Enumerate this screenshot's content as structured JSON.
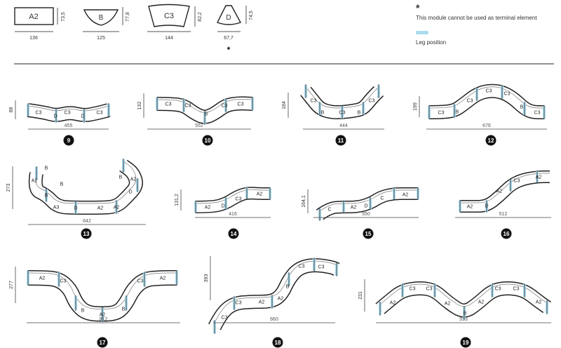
{
  "legend_modules": [
    {
      "id": "A2",
      "width": "136",
      "height": "73,5",
      "terminal": true
    },
    {
      "id": "B",
      "width": "125",
      "height": "77,8",
      "terminal": true
    },
    {
      "id": "C3",
      "width": "144",
      "height": "82,2",
      "terminal": true
    },
    {
      "id": "D",
      "width": "67,7",
      "height": "74,5",
      "terminal": false
    }
  ],
  "notes": {
    "asterisk": "*",
    "terminal_note": "This module cannot be used as terminal element",
    "leg_label": "Leg position"
  },
  "configs": [
    {
      "num": "9",
      "width": "455",
      "height": "88",
      "mods": [
        "C3",
        "D",
        "C3",
        "D",
        "C3"
      ]
    },
    {
      "num": "10",
      "width": "552",
      "height": "132",
      "mods": [
        "C3",
        "C3",
        "B",
        "C3",
        "C3"
      ]
    },
    {
      "num": "11",
      "width": "444",
      "height": "184",
      "mods": [
        "C3",
        "B",
        "C3",
        "B",
        "C3"
      ]
    },
    {
      "num": "12",
      "width": "676",
      "height": "199",
      "mods": [
        "C3",
        "B",
        "C3",
        "C3",
        "C3",
        "B",
        "C3"
      ]
    },
    {
      "num": "13",
      "width": "642",
      "height": "273",
      "mods": [
        "B",
        "A2",
        "B",
        "A3",
        "D",
        "A2",
        "A2",
        "D",
        "A2",
        "B",
        "B"
      ]
    },
    {
      "num": "14",
      "width": "416",
      "height": "131,2",
      "mods": [
        "A2",
        "D",
        "C3",
        "A2"
      ]
    },
    {
      "num": "15",
      "width": "550",
      "height": "164,1",
      "mods": [
        "C",
        "A2",
        "D",
        "C",
        "A2"
      ]
    },
    {
      "num": "16",
      "width": "512",
      "height": "",
      "mods": [
        "A2",
        "D",
        "A2",
        "C3",
        "A2"
      ]
    },
    {
      "num": "17",
      "width": "812",
      "height": "277",
      "mods": [
        "A2",
        "C3",
        "B",
        "A2",
        "B",
        "C3",
        "A2"
      ]
    },
    {
      "num": "18",
      "width": "660",
      "height": "393",
      "mods": [
        "C3",
        "C3",
        "A2",
        "A2",
        "B",
        "C3",
        "C3"
      ]
    },
    {
      "num": "19",
      "width": "933",
      "height": "231",
      "mods": [
        "A2",
        "C3",
        "C3",
        "A2",
        "B",
        "A2",
        "C3",
        "C3",
        "A2"
      ]
    }
  ],
  "colors": {
    "outline": "#222222",
    "fill": "#ffffff",
    "leg": "#a9dcef",
    "badge": "#111111"
  }
}
